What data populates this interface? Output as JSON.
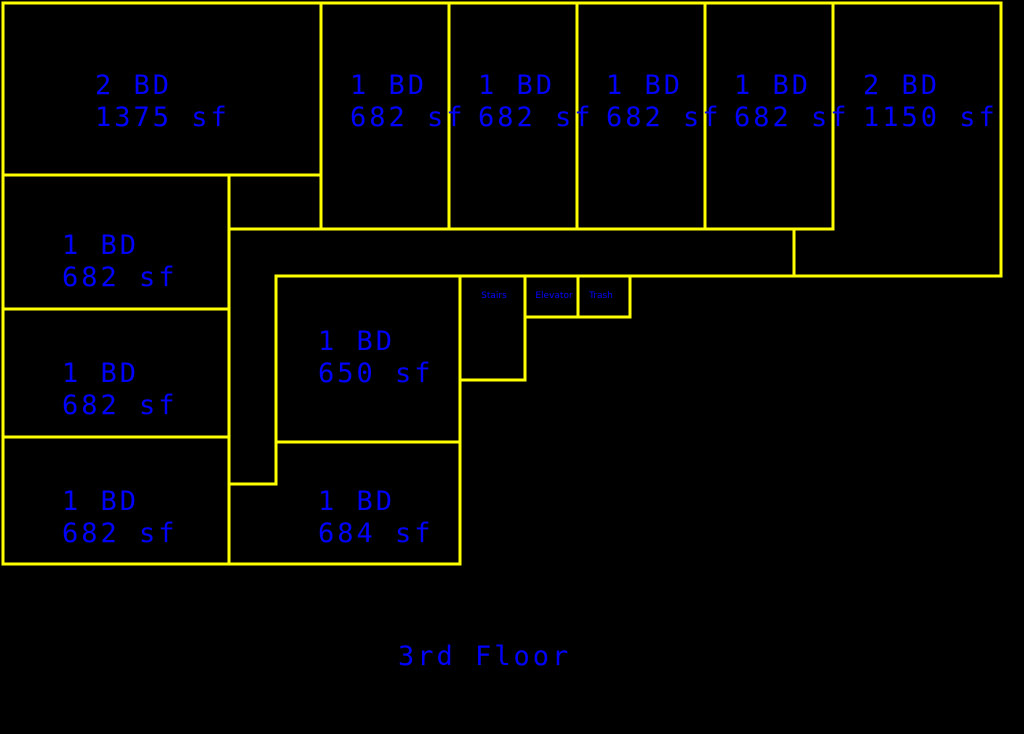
{
  "colors": {
    "background": "#000000",
    "walls": "#ffff00",
    "text": "#0000ff"
  },
  "floor_label": "3rd Floor",
  "units": [
    {
      "id": "u1",
      "type": "2 BD",
      "area": "1375 sf"
    },
    {
      "id": "u2",
      "type": "1 BD",
      "area": "682 sf"
    },
    {
      "id": "u3",
      "type": "1 BD",
      "area": "682 sf"
    },
    {
      "id": "u4",
      "type": "1 BD",
      "area": "682 sf"
    },
    {
      "id": "u5",
      "type": "1 BD",
      "area": "682 sf"
    },
    {
      "id": "u6",
      "type": "2 BD",
      "area": "1150 sf"
    },
    {
      "id": "u7",
      "type": "1 BD",
      "area": "682 sf"
    },
    {
      "id": "u8",
      "type": "1 BD",
      "area": "682 sf"
    },
    {
      "id": "u9",
      "type": "1 BD",
      "area": "682 sf"
    },
    {
      "id": "u10",
      "type": "1 BD",
      "area": "650 sf"
    },
    {
      "id": "u11",
      "type": "1 BD",
      "area": "684 sf"
    }
  ],
  "utilities": {
    "stairs": "Stairs",
    "elevator": "Elevator",
    "trash": "Trash"
  }
}
